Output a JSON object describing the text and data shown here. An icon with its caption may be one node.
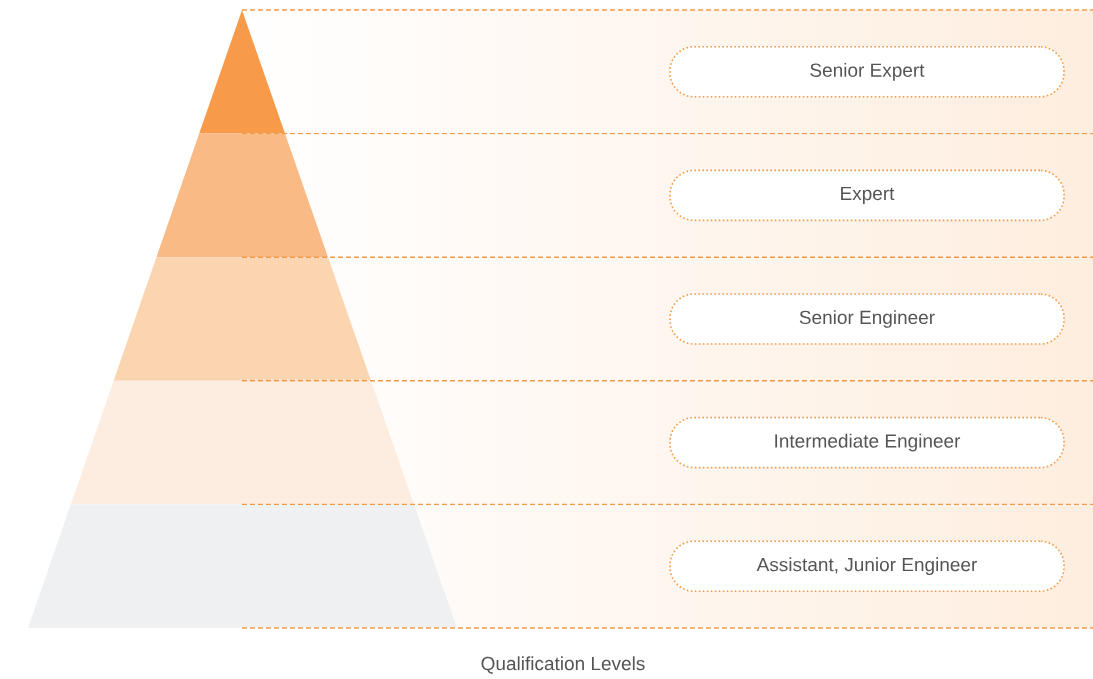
{
  "diagram": {
    "caption": "Qualification Levels",
    "nodes": [
      {
        "text": [
          "Senior Expert"
        ]
      },
      {
        "text": [
          "Expert"
        ]
      },
      {
        "text": [
          "Senior Engineer"
        ]
      },
      {
        "text": [
          "Intermediate Engineer"
        ]
      },
      {
        "text": [
          "Assistant, Junior Engineer"
        ]
      }
    ]
  }
}
